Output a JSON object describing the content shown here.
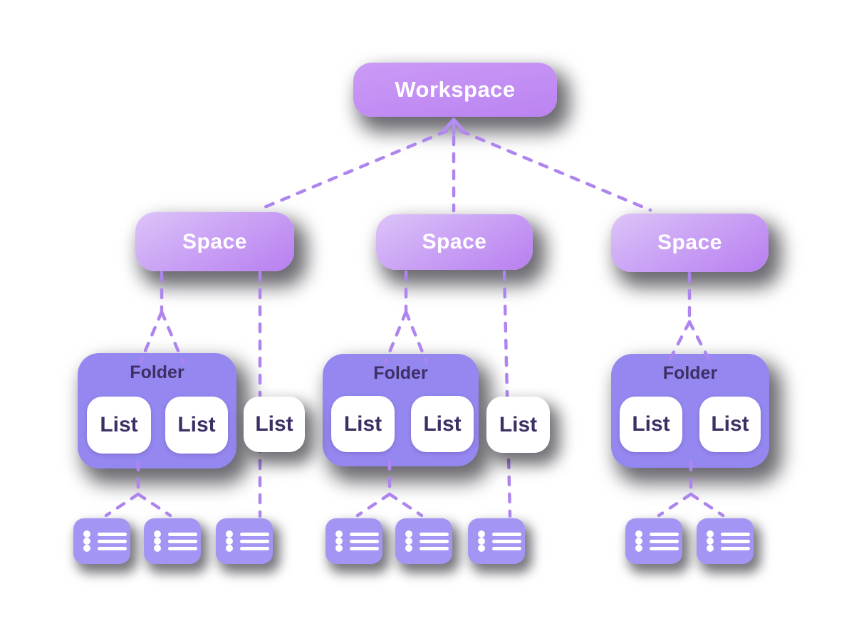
{
  "diagram": {
    "type": "hierarchy",
    "workspace_label": "Workspace",
    "groups": [
      {
        "space": "Space",
        "folder": {
          "title": "Folder",
          "lists": [
            "List",
            "List"
          ]
        },
        "standalone_list": "List",
        "task_cards": 3
      },
      {
        "space": "Space",
        "folder": {
          "title": "Folder",
          "lists": [
            "List",
            "List"
          ]
        },
        "standalone_list": "List",
        "task_cards": 3
      },
      {
        "space": "Space",
        "folder": {
          "title": "Folder",
          "lists": [
            "List",
            "List"
          ]
        },
        "standalone_list": null,
        "task_cards": 2
      }
    ],
    "icons": {
      "arrow": "arrow-up-icon",
      "task_card": "bullet-list-icon"
    },
    "colors": {
      "workspace_fill_start": "#cb9bf6",
      "workspace_fill_end": "#bb83f1",
      "space_fill_start": "#dcc4f8",
      "space_fill_end": "#b87ff0",
      "folder_fill": "#9587f0",
      "task_card_fill": "#a295f4",
      "chip_fill": "#ffffff",
      "dark_text": "#3d2e63",
      "light_text": "#ffffff",
      "connector": "#ae85ee",
      "shadow": "rgba(10,8,18,0.6)",
      "background": "#ffffff"
    }
  }
}
